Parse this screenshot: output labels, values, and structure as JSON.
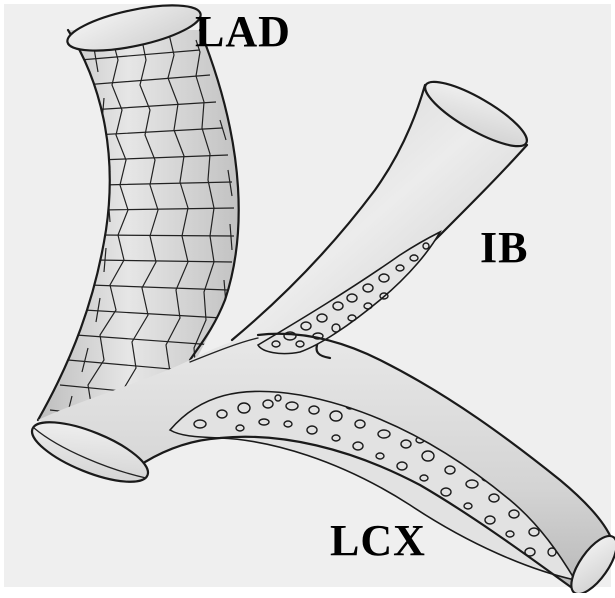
{
  "labels": {
    "lad": "LAD",
    "ib": "IB",
    "lcx": "LCX"
  },
  "colors": {
    "background": "#ffffff",
    "panel": "#efefef",
    "vessel_fill": "#d9d9d9",
    "vessel_highlight": "#ececec",
    "outline": "#1a1a1a"
  }
}
